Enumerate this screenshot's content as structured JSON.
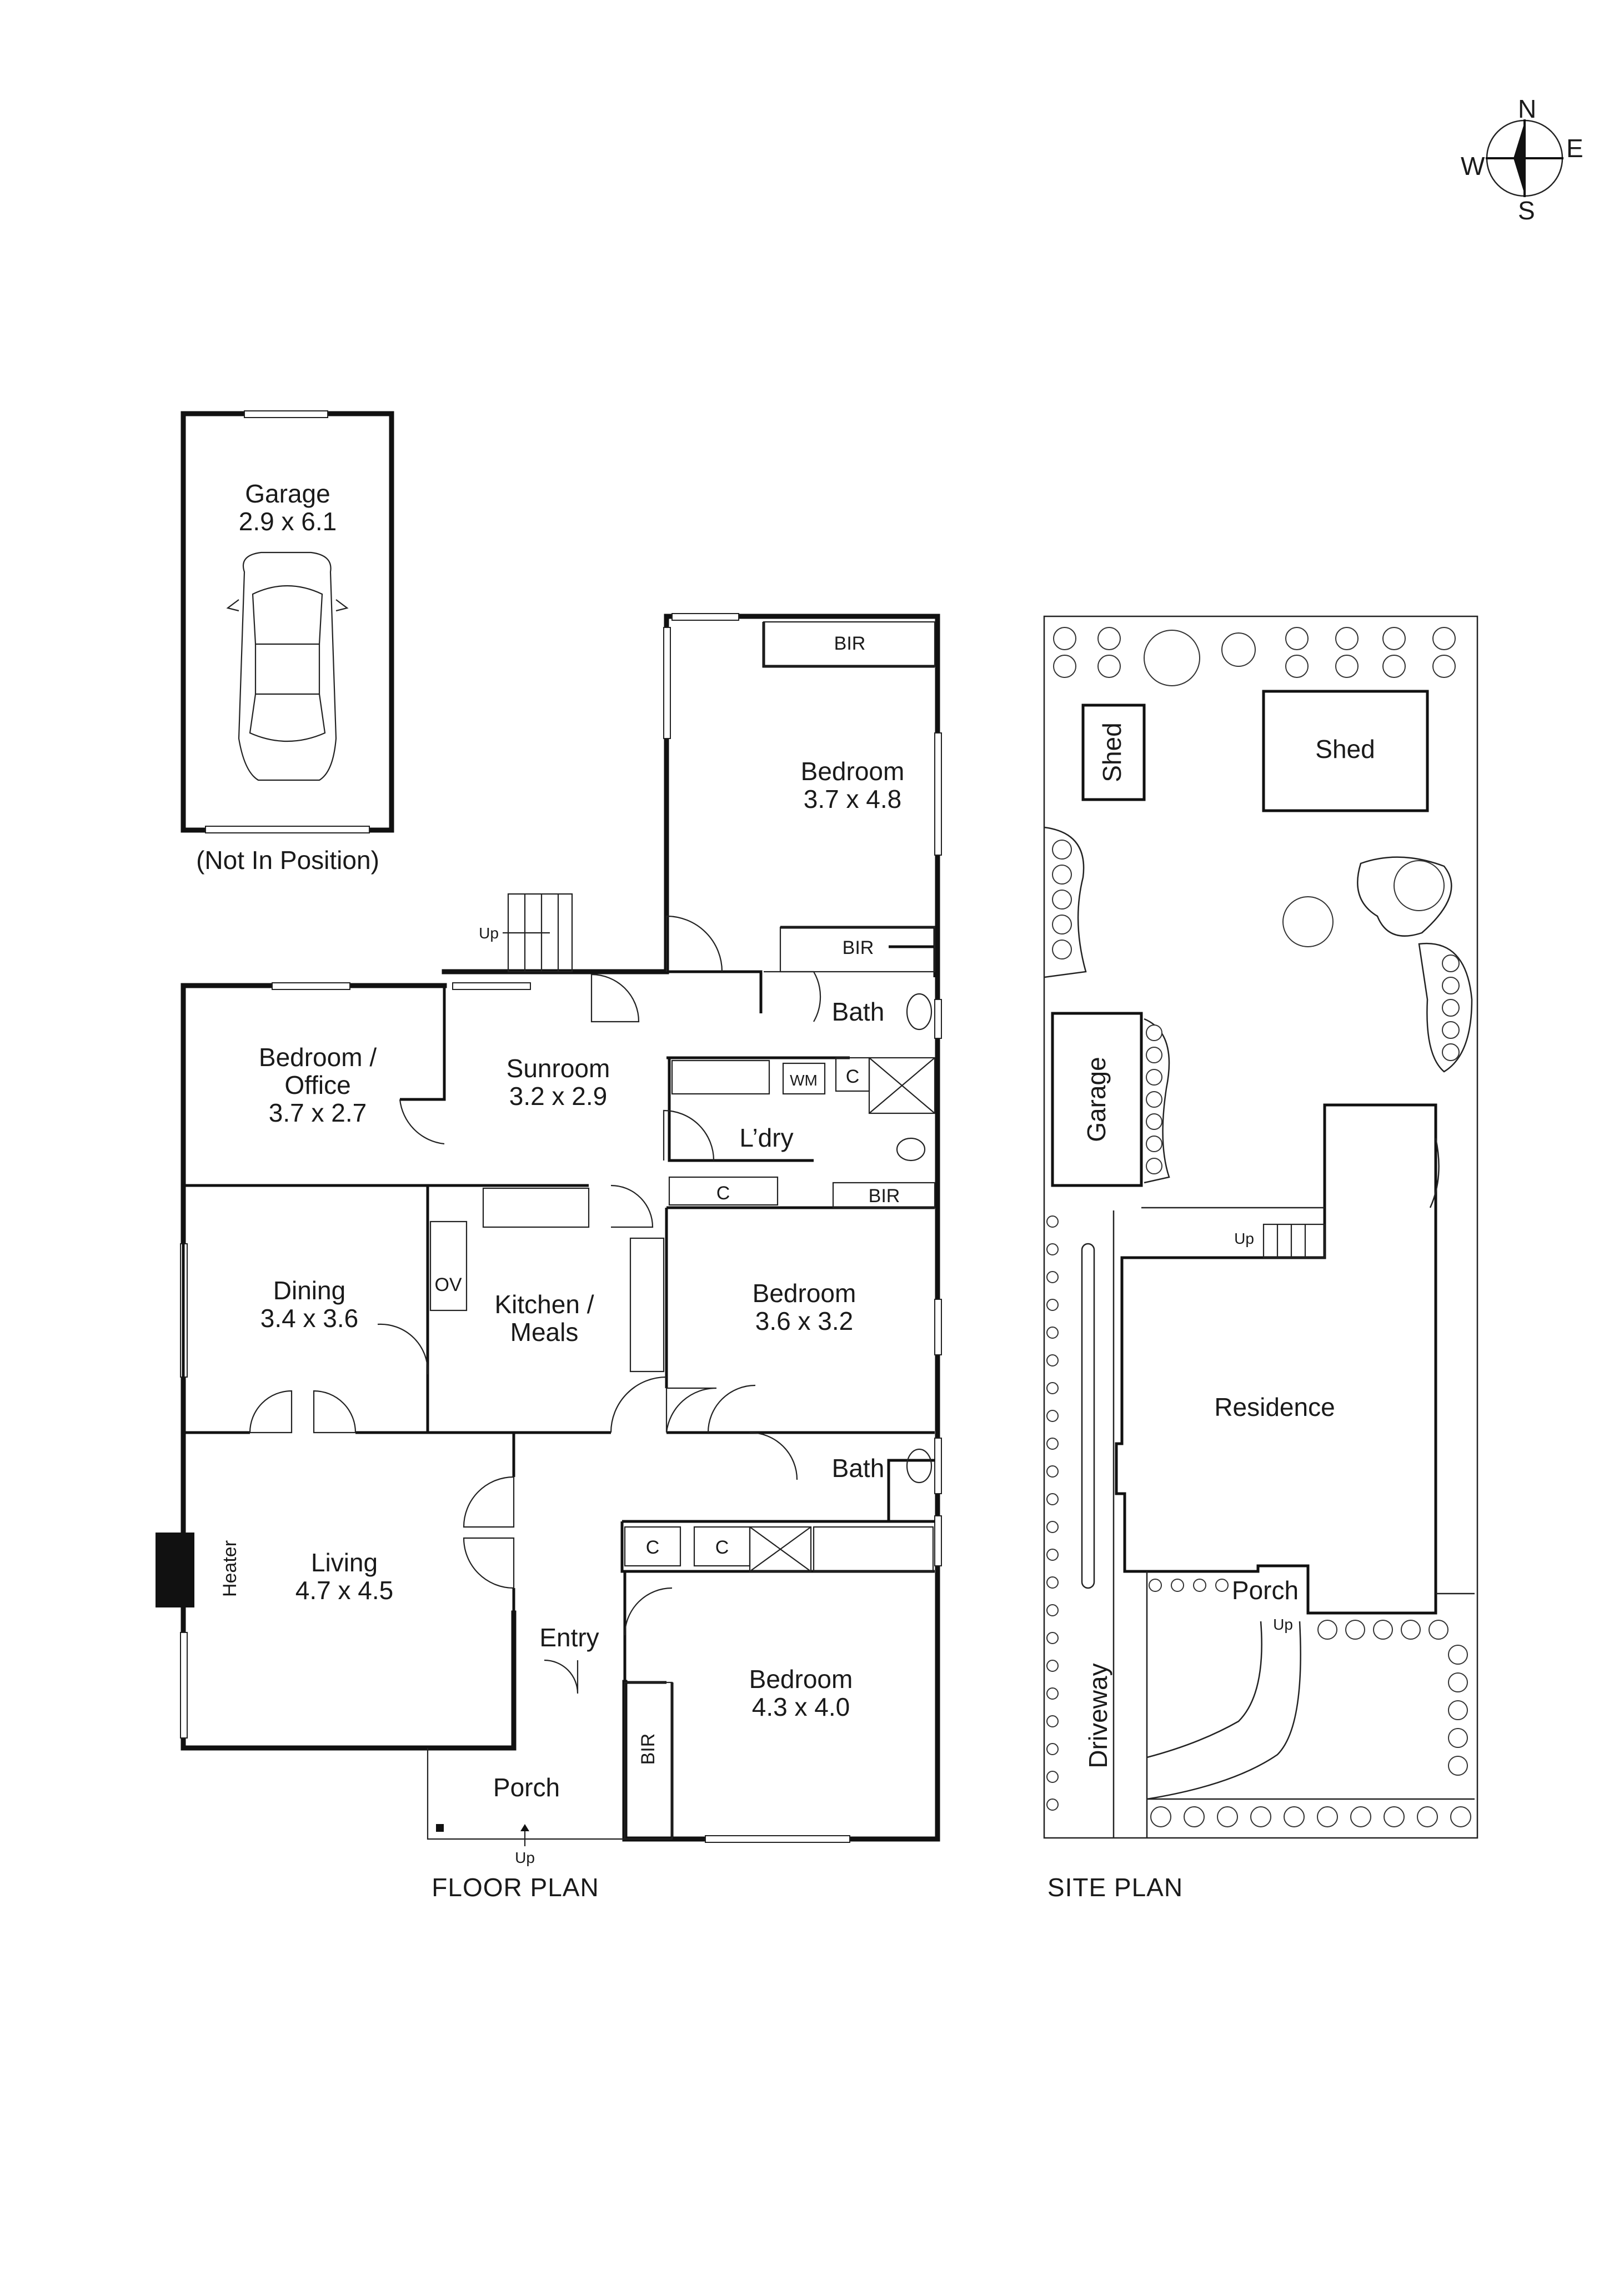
{
  "compass": {
    "n": "N",
    "e": "E",
    "s": "S",
    "w": "W"
  },
  "floor_plan": {
    "caption": "FLOOR PLAN",
    "garage": {
      "name": "Garage",
      "size": "2.9 x 6.1",
      "note": "(Not In Position)"
    },
    "rooms": {
      "bedroom1": {
        "name": "Bedroom",
        "size": "3.7 x 4.8"
      },
      "bir1": "BIR",
      "bir2": "BIR",
      "bath1": "Bath",
      "bedroom_office": {
        "name1": "Bedroom /",
        "name2": "Office",
        "size": "3.7 x 2.7"
      },
      "sunroom": {
        "name": "Sunroom",
        "size": "3.2 x 2.9"
      },
      "wm": "WM",
      "c1": "C",
      "laundry": "L’dry",
      "c2": "C",
      "bir3": "BIR",
      "dining": {
        "name": "Dining",
        "size": "3.4 x 3.6"
      },
      "ov": "OV",
      "kitchen": {
        "name1": "Kitchen /",
        "name2": "Meals"
      },
      "bedroom2": {
        "name": "Bedroom",
        "size": "3.6 x 3.2"
      },
      "bath2": "Bath",
      "c3": "C",
      "c4": "C",
      "living": {
        "name": "Living",
        "size": "4.7 x 4.5"
      },
      "heater": "Heater",
      "entry": "Entry",
      "bedroom3": {
        "name": "Bedroom",
        "size": "4.3 x 4.0"
      },
      "bir4": "BIR",
      "porch": "Porch",
      "up1": "Up",
      "up2": "Up"
    }
  },
  "site_plan": {
    "caption": "SITE PLAN",
    "shed_small": "Shed",
    "shed_large": "Shed",
    "garage": "Garage",
    "residence": "Residence",
    "porch": "Porch",
    "driveway": "Driveway",
    "up1": "Up",
    "up2": "Up"
  }
}
